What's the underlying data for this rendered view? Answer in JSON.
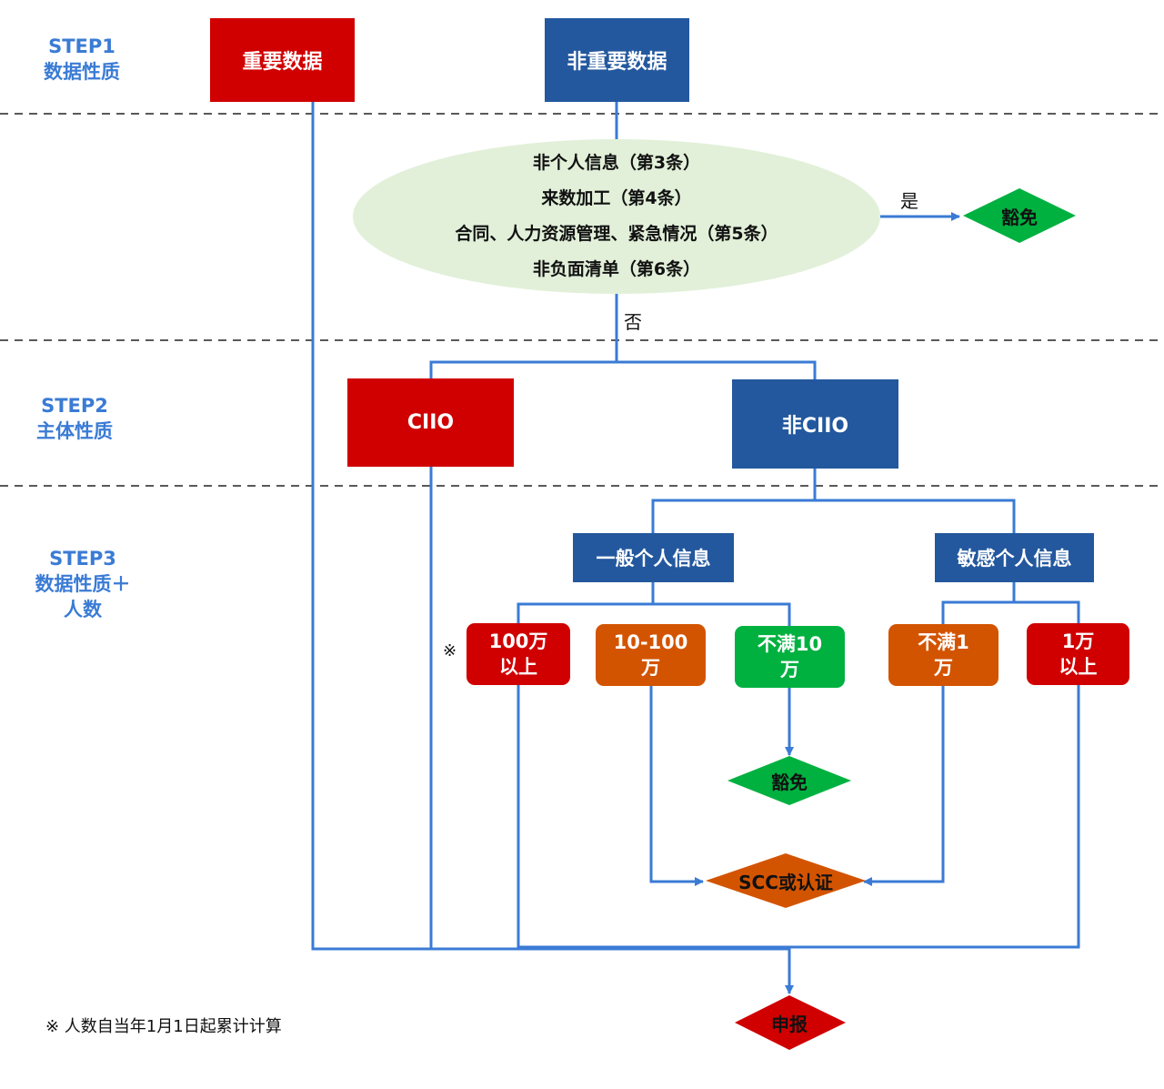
{
  "steps": [
    {
      "id": "step1",
      "title": "STEP1",
      "subtitle_lines": [
        "数据性质"
      ]
    },
    {
      "id": "step2",
      "title": "STEP2",
      "subtitle_lines": [
        "主体性质"
      ]
    },
    {
      "id": "step3",
      "title": "STEP3",
      "subtitle_lines": [
        "数据性质＋",
        "人数"
      ]
    }
  ],
  "step1": {
    "important_data": "重要数据",
    "non_important_data": "非重要数据"
  },
  "exemption_check": {
    "conditions": [
      "非个人信息（第3条）",
      "来数加工（第4条）",
      "合同、人力资源管理、紧急情况（第5条）",
      "非负面清单（第6条）"
    ],
    "yes_label": "是",
    "no_label": "否",
    "yes_result": "豁免"
  },
  "step2": {
    "ciio": "CIIO",
    "non_ciio": "非CIIO"
  },
  "step3": {
    "general_pi": "一般个人信息",
    "sensitive_pi": "敏感个人信息",
    "general_thresholds": [
      {
        "lines": [
          "100万",
          "以上"
        ],
        "color": "#d00000",
        "note_mark": "※"
      },
      {
        "lines": [
          "10-100",
          "万"
        ],
        "color": "#d35400"
      },
      {
        "lines": [
          "不满10",
          "万"
        ],
        "color": "#00b140"
      }
    ],
    "sensitive_thresholds": [
      {
        "lines": [
          "不满1",
          "万"
        ],
        "color": "#d35400"
      },
      {
        "lines": [
          "1万",
          "以上"
        ],
        "color": "#d00000"
      }
    ]
  },
  "outcomes": {
    "exempt": "豁免",
    "scc_or_cert": "SCC或认证",
    "declare": "申报"
  },
  "footnote": "※ 人数自当年1月1日起累计计算",
  "colors": {
    "red": "#d00000",
    "navy": "#23589e",
    "orange": "#d35400",
    "green": "#00b140",
    "connector": "#3a7bd5",
    "ellipse_fill": "#e2f0d9",
    "step_text": "#3a7bd5"
  }
}
